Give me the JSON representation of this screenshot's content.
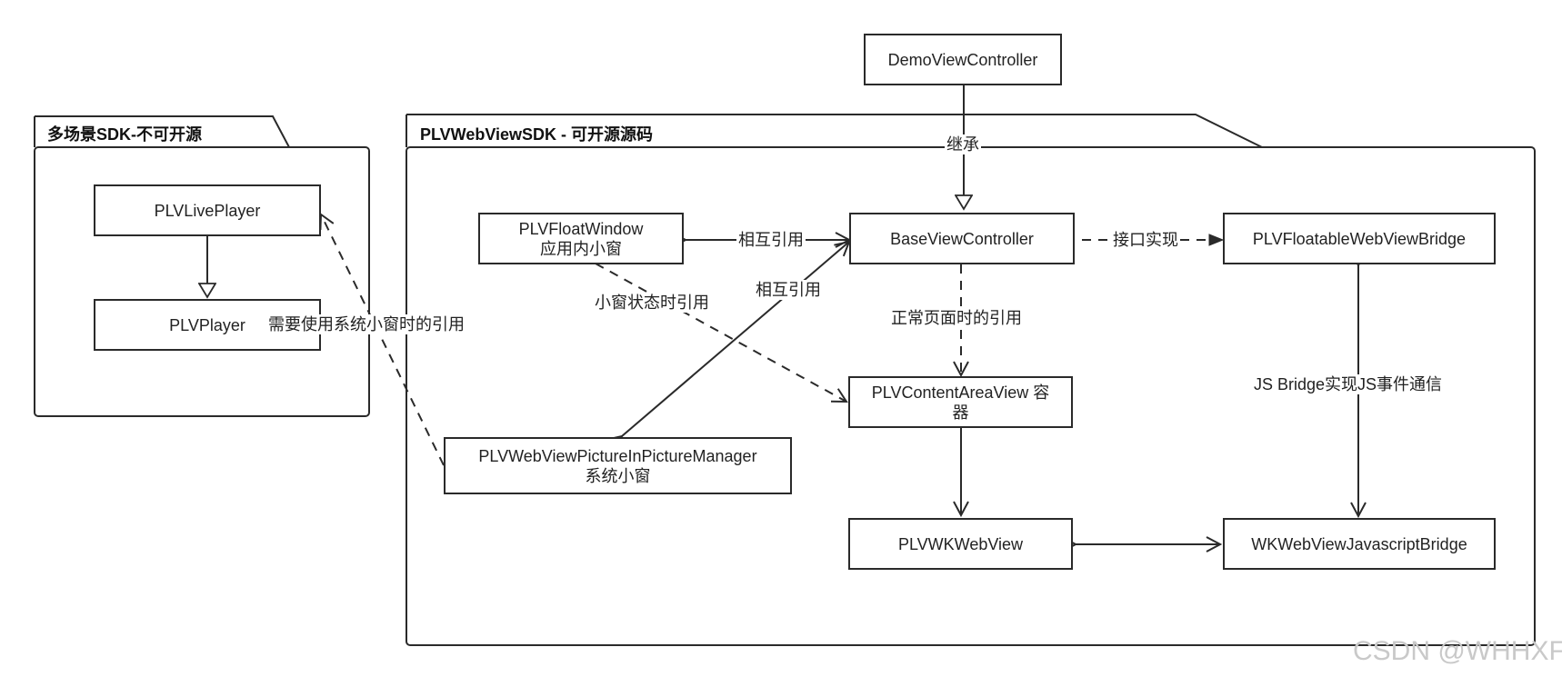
{
  "packages": {
    "closed_sdk": {
      "title": "多场景SDK-不可开源"
    },
    "open_sdk": {
      "title": "PLVWebViewSDK - 可开源源码"
    }
  },
  "nodes": {
    "demo": {
      "label": "DemoViewController"
    },
    "live_player": {
      "label": "PLVLivePlayer"
    },
    "player": {
      "label": "PLVPlayer"
    },
    "float_window": {
      "line1": "PLVFloatWindow",
      "line2": "应用内小窗"
    },
    "base_vc": {
      "label": "BaseViewController"
    },
    "floatable_bridge": {
      "label": "PLVFloatableWebViewBridge"
    },
    "content_area": {
      "line1": "PLVContentAreaView 容",
      "line2": "器"
    },
    "pip_manager": {
      "line1": "PLVWebViewPictureInPictureManager",
      "line2": "系统小窗"
    },
    "wk_webview": {
      "label": "PLVWKWebView"
    },
    "js_bridge": {
      "label": "WKWebViewJavascriptBridge"
    }
  },
  "edges": {
    "inherit": "继承",
    "mutual_ref_1": "相互引用",
    "mutual_ref_2": "相互引用",
    "implements": "接口实现",
    "float_state_ref": "小窗状态时引用",
    "normal_page_ref": "正常页面时的引用",
    "system_window_ref": "需要使用系统小窗时的引用",
    "js_bridge_comm": "JS Bridge实现JS事件通信"
  },
  "watermark": "CSDN @WHHXF"
}
